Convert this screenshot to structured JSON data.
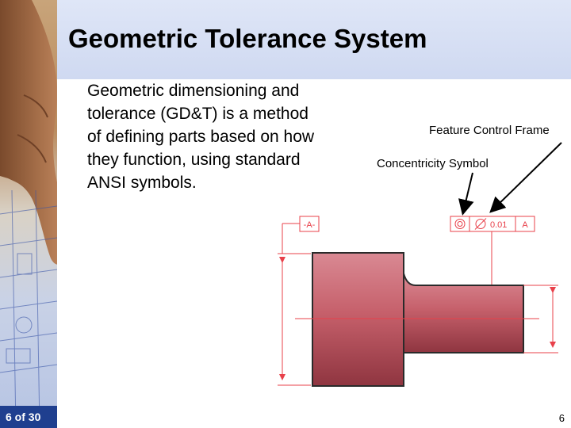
{
  "slide": {
    "title": "Geometric Tolerance System",
    "body": "Geometric dimensioning and tolerance (GD&T) is a method of defining parts based on how they function, using standard ANSI symbols.",
    "page_indicator": "6 of 30",
    "slide_number": "6"
  },
  "drawing": {
    "label_feature_control_frame": "Feature Control Frame",
    "label_concentricity_symbol": "Concentricity Symbol",
    "datum_label": "-A-",
    "tolerance_value": "0.01",
    "datum_reference": "A",
    "colors": {
      "dimension_lines": "#e8404a",
      "part_fill": "#c8636e",
      "part_outline": "#2a2a2a"
    }
  }
}
